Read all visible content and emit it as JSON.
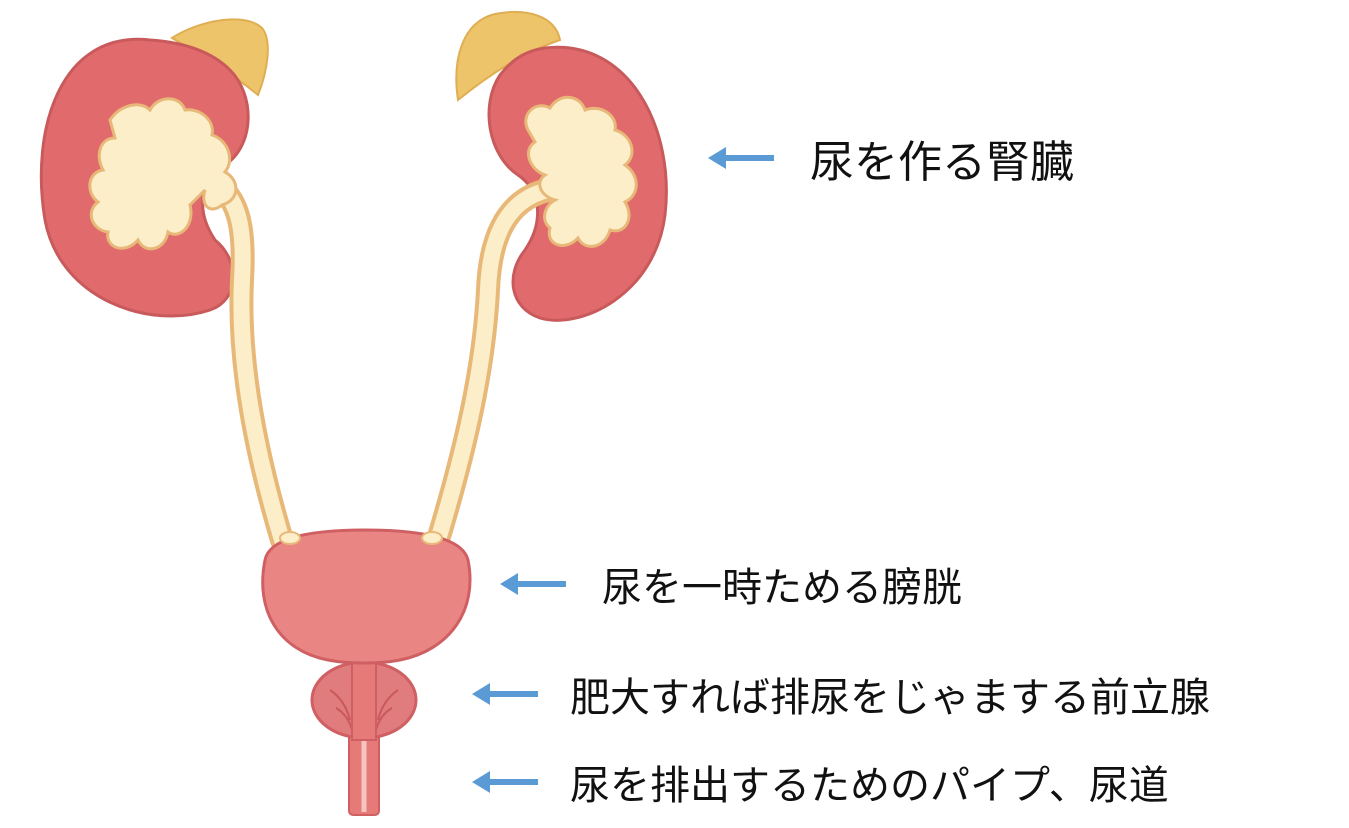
{
  "labels": {
    "kidney": "尿を作る腎臓",
    "bladder": "尿を一時ためる膀胱",
    "prostate": "肥大すれば排尿をじゃまする前立腺",
    "urethra": "尿を排出するためのパイプ、尿道"
  },
  "icons": {
    "pointer": "left-arrow-icon",
    "kidney": "kidney-icon",
    "adrenal": "adrenal-gland-icon",
    "ureter": "ureter-icon",
    "bladder": "bladder-icon",
    "prostate": "prostate-icon",
    "urethra": "urethra-icon"
  },
  "colors": {
    "kidney": "#e06a6c",
    "kidney_outline": "#c95a5c",
    "renal_pelvis": "#fbeec9",
    "ureter_outline": "#e8b878",
    "adrenal": "#eec46a",
    "bladder": "#e98684",
    "bladder_outline": "#cf5f62",
    "prostate": "#e07c7d",
    "urethra": "#e57a79",
    "arrow": "#5b9bd5",
    "text": "#111111"
  }
}
